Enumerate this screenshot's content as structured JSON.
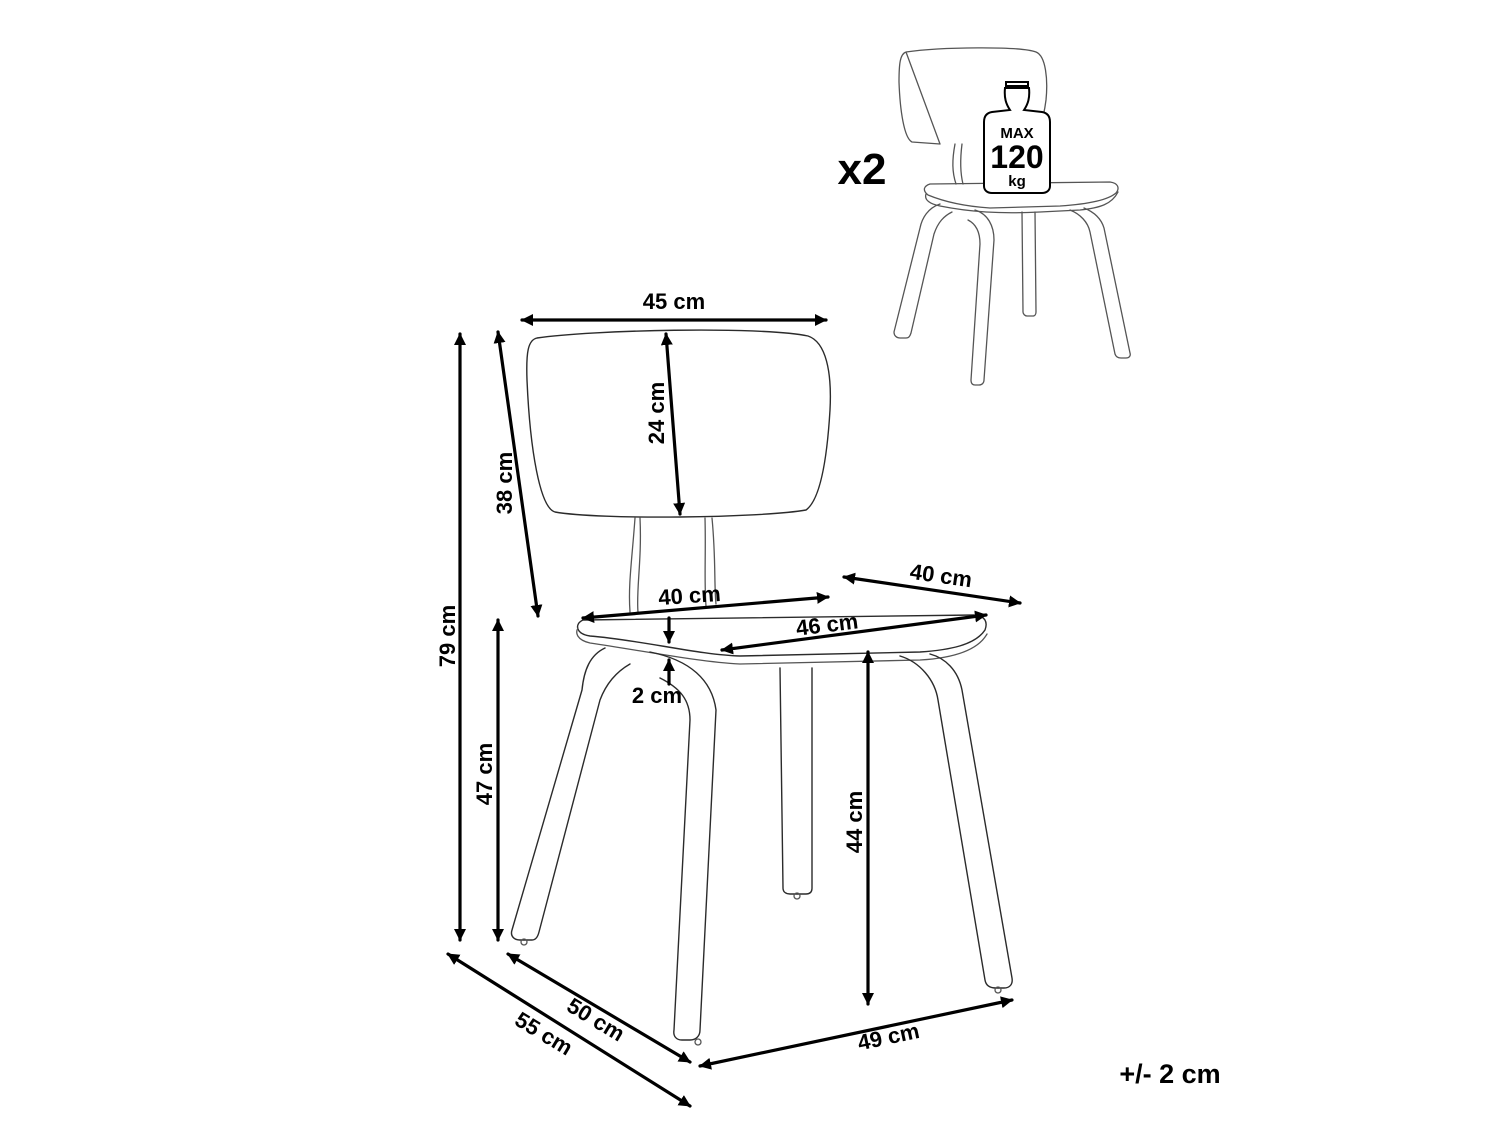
{
  "dimensions": {
    "backrest_width": "45 cm",
    "backrest_height": "24 cm",
    "backrest_total_height": "38 cm",
    "total_height": "79 cm",
    "seat_height": "47 cm",
    "leg_height": "44 cm",
    "seat_thickness": "2 cm",
    "seat_back_width": "40 cm",
    "seat_depth": "40 cm",
    "seat_front_width": "46 cm",
    "depth_inner": "50 cm",
    "depth_outer": "55 cm",
    "front_width": "49 cm"
  },
  "quantity": "x2",
  "max_load": {
    "label": "MAX",
    "value": "120",
    "unit": "kg"
  },
  "tolerance": "+/- 2 cm"
}
